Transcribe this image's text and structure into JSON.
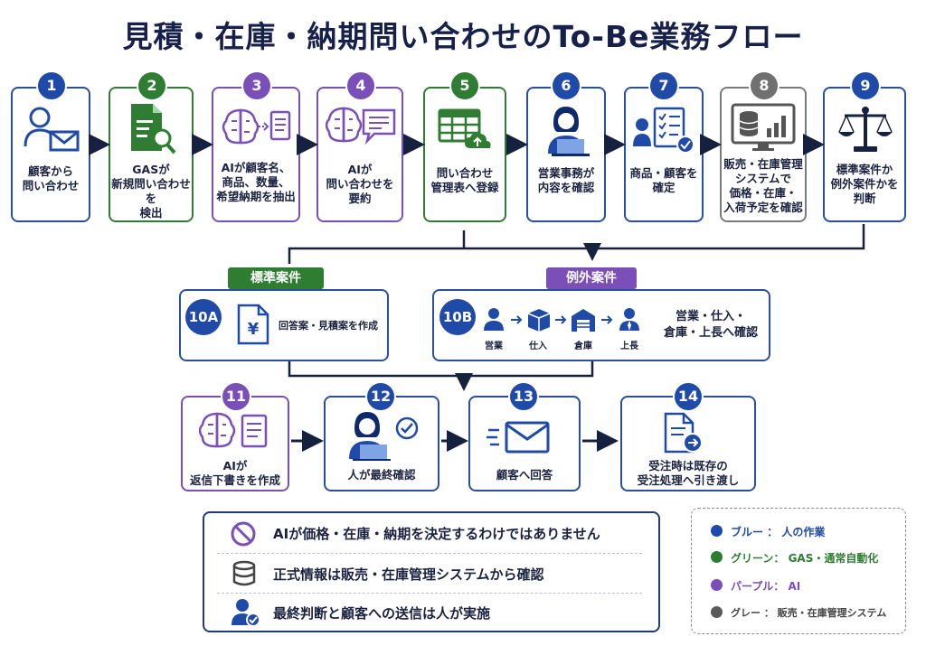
{
  "title": "見積・在庫・納期問い合わせのTo-Be業務フロー",
  "steps": [
    {
      "num": "1",
      "label": "顧客から\n問い合わせ",
      "icon": "customer-mail-icon",
      "color": "blue"
    },
    {
      "num": "2",
      "label": "GASが\n新規問い合わせを\n検出",
      "icon": "document-search-icon",
      "color": "green"
    },
    {
      "num": "3",
      "label": "AIが顧客名、\n商品、数量、\n希望納期を抽出",
      "icon": "ai-brain-extract-icon",
      "color": "purple"
    },
    {
      "num": "4",
      "label": "AIが\n問い合わせを\n要約",
      "icon": "ai-brain-chat-icon",
      "color": "purple"
    },
    {
      "num": "5",
      "label": "問い合わせ\n管理表へ登録",
      "icon": "spreadsheet-upload-icon",
      "color": "green"
    },
    {
      "num": "6",
      "label": "営業事務が\n内容を確認",
      "icon": "staff-laptop-icon",
      "color": "blue"
    },
    {
      "num": "7",
      "label": "商品・顧客を\n確定",
      "icon": "person-checklist-icon",
      "color": "blue"
    },
    {
      "num": "8",
      "label": "販売・在庫管理\nシステムで\n価格・在庫・\n入荷予定を確認",
      "icon": "database-monitor-icon",
      "color": "gray"
    },
    {
      "num": "9",
      "label": "標準案件か\n例外案件かを\n判断",
      "icon": "scales-icon",
      "color": "blue"
    }
  ],
  "branches": {
    "standard_tag": "標準案件",
    "exception_tag": "例外案件",
    "a_num": "10A",
    "a_label": "回答案・見積案を作成",
    "b_num": "10B",
    "b_label": "営業・仕入・\n倉庫・上長へ確認",
    "b_roles": [
      "営業",
      "仕入",
      "倉庫",
      "上長"
    ]
  },
  "steps2": [
    {
      "num": "11",
      "label": "AIが\n返信下書きを作成",
      "icon": "ai-brain-doc-icon",
      "color": "purple"
    },
    {
      "num": "12",
      "label": "人が最終確認",
      "icon": "staff-check-icon",
      "color": "blue"
    },
    {
      "num": "13",
      "label": "顧客へ回答",
      "icon": "send-mail-icon",
      "color": "blue"
    },
    {
      "num": "14",
      "label": "受注時は既存の\n受注処理へ引き渡し",
      "icon": "document-forward-icon",
      "color": "blue"
    }
  ],
  "notes": [
    {
      "text": "AIが価格・在庫・納期を決定するわけではありません",
      "icon": "prohibited-icon"
    },
    {
      "text": "正式情報は販売・在庫管理システムから確認",
      "icon": "database-icon"
    },
    {
      "text": "最終判断と顧客への送信は人が実施",
      "icon": "person-check-icon"
    }
  ],
  "legend": [
    {
      "text": "ブルー ： 人の作業",
      "color": "#1f4aa8"
    },
    {
      "text": "グリーン： GAS・通常自動化",
      "color": "#2e7d32"
    },
    {
      "text": "パープル： AI",
      "color": "#7a4fb8"
    },
    {
      "text": "グレー ： 販売・在庫管理システム",
      "color": "#5a5a5a"
    }
  ],
  "colors": {
    "blue": "#1f4aa8",
    "green": "#2e7d32",
    "purple": "#7a4fb8",
    "gray": "#707070"
  }
}
